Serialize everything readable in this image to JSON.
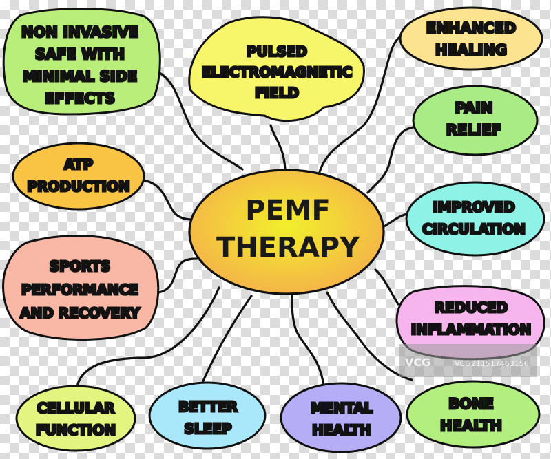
{
  "center": {
    "lines": [
      "PEMF",
      "THERAPY"
    ],
    "gradient": [
      "#f2ef2c",
      "#f5b04a"
    ]
  },
  "nodes": [
    {
      "id": "non-invasive",
      "lines": [
        "NON INVASIVE",
        "SAFE WITH",
        "MINIMAL SIDE",
        "EFFECTS"
      ],
      "color": "#b8ee79"
    },
    {
      "id": "pulsed-emf",
      "lines": [
        "PULSED",
        "ELECTROMAGNETIC",
        "FIELD"
      ],
      "color": "#f7f56a"
    },
    {
      "id": "enhanced-healing",
      "lines": [
        "ENHANCED",
        "HEALING"
      ],
      "color": "#fbe38f"
    },
    {
      "id": "pain-relief",
      "lines": [
        "PAIN",
        "RELIEF"
      ],
      "color": "#a9ec86"
    },
    {
      "id": "atp-production",
      "lines": [
        "ATP",
        "PRODUCTION"
      ],
      "color": "#f9c443"
    },
    {
      "id": "improved-circulation",
      "lines": [
        "IMPROVED",
        "CIRCULATION"
      ],
      "color": "#8ff2e6"
    },
    {
      "id": "sports-performance",
      "lines": [
        "SPORTS",
        "PERFORMANCE",
        "AND RECOVERY"
      ],
      "color": "#f9b7a6"
    },
    {
      "id": "reduced-inflammation",
      "lines": [
        "REDUCED",
        "INFLAMMATION"
      ],
      "color": "#f7b5ee"
    },
    {
      "id": "cellular-function",
      "lines": [
        "CELLULAR",
        "FUNCTION"
      ],
      "color": "#e3f480"
    },
    {
      "id": "better-sleep",
      "lines": [
        "BETTER",
        "SLEEP"
      ],
      "color": "#a9e8fb"
    },
    {
      "id": "mental-health",
      "lines": [
        "MENTAL",
        "HEALTH"
      ],
      "color": "#b5aef7"
    },
    {
      "id": "bone-health",
      "lines": [
        "BONE",
        "HEALTH"
      ],
      "color": "#b2ef7e"
    }
  ],
  "watermark": {
    "logo": "VCG",
    "text": "VCG211517463156"
  }
}
